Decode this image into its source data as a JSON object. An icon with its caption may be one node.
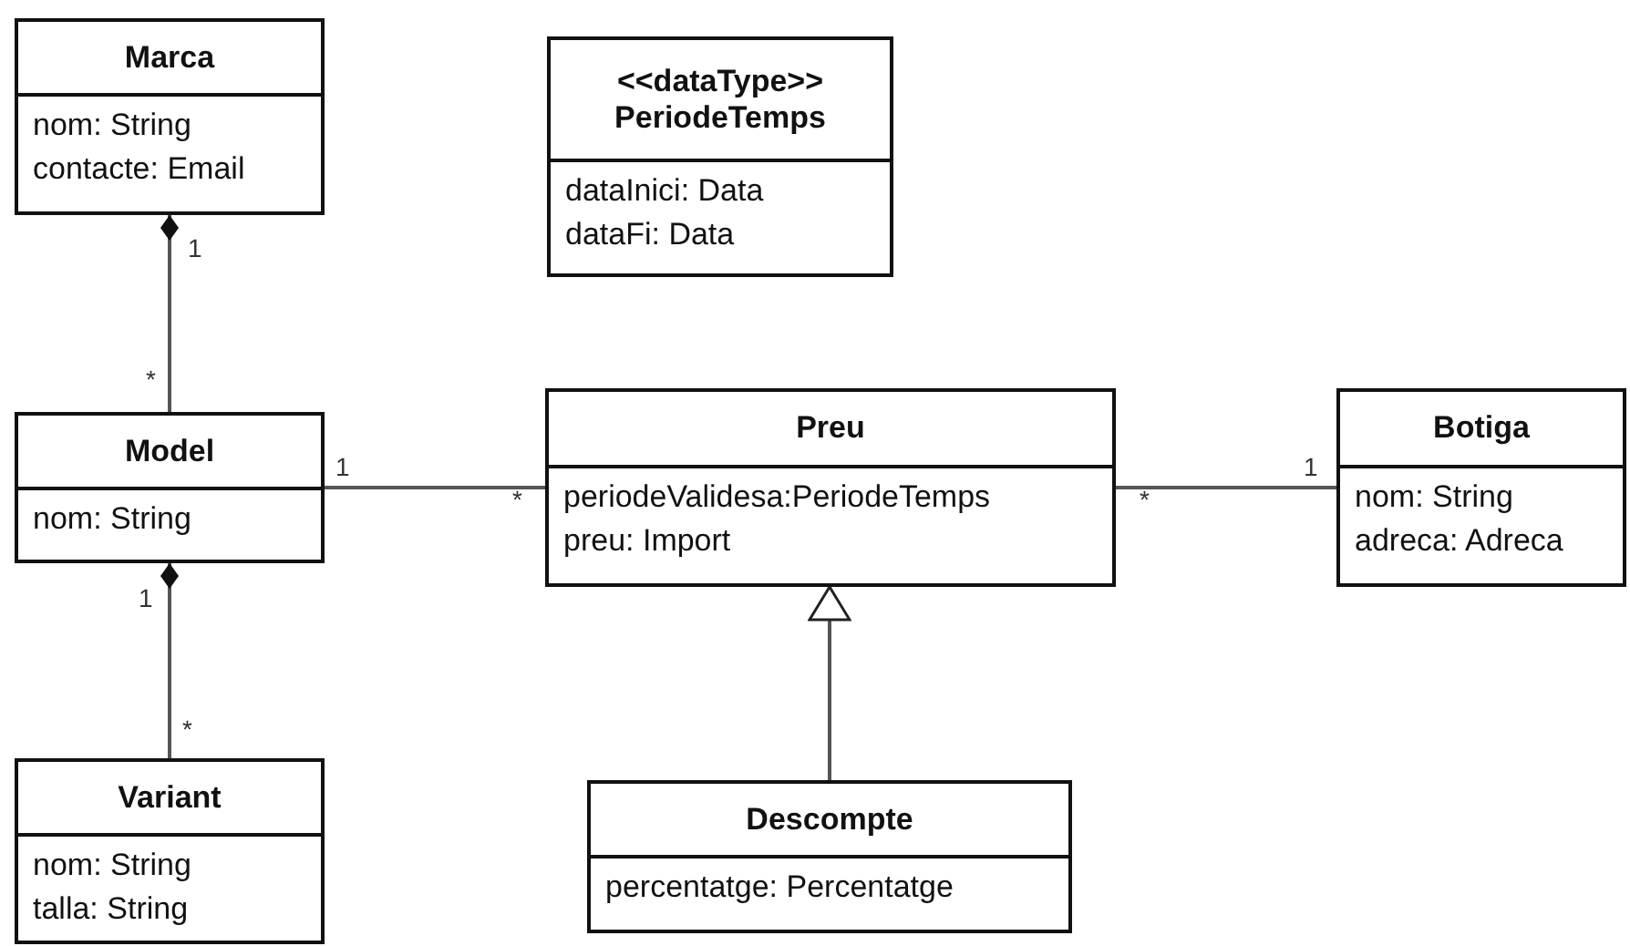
{
  "diagram": {
    "nodes": [
      {
        "text": [
          "Marca",
          "nom: String",
          "contacte: Email"
        ]
      },
      {
        "text": [
          "<<dataType>>",
          "PeriodeTemps",
          "dataInici: Data",
          "dataFi: Data"
        ]
      },
      {
        "text": [
          "Model",
          "nom: String"
        ]
      },
      {
        "text": [
          "Preu",
          "periodeValidesa:PeriodeTemps",
          "preu: Import"
        ]
      },
      {
        "text": [
          "Botiga",
          "nom: String",
          "adreca: Adreca"
        ]
      },
      {
        "text": [
          "Variant",
          "nom: String",
          "talla: String"
        ]
      },
      {
        "text": [
          "Descompte",
          "percentatge: Percentatge"
        ]
      }
    ],
    "edges": [
      {
        "from": 0,
        "to": 2,
        "arrow": "other"
      },
      {
        "from": 2,
        "to": 3,
        "arrow": "none"
      },
      {
        "from": 3,
        "to": 4,
        "arrow": "none"
      },
      {
        "from": 2,
        "to": 5,
        "arrow": "other"
      },
      {
        "from": 6,
        "to": 3,
        "arrow": "to"
      }
    ],
    "labels": [
      "1",
      "*",
      "1",
      "*",
      "*",
      "1",
      "1",
      "*"
    ]
  }
}
